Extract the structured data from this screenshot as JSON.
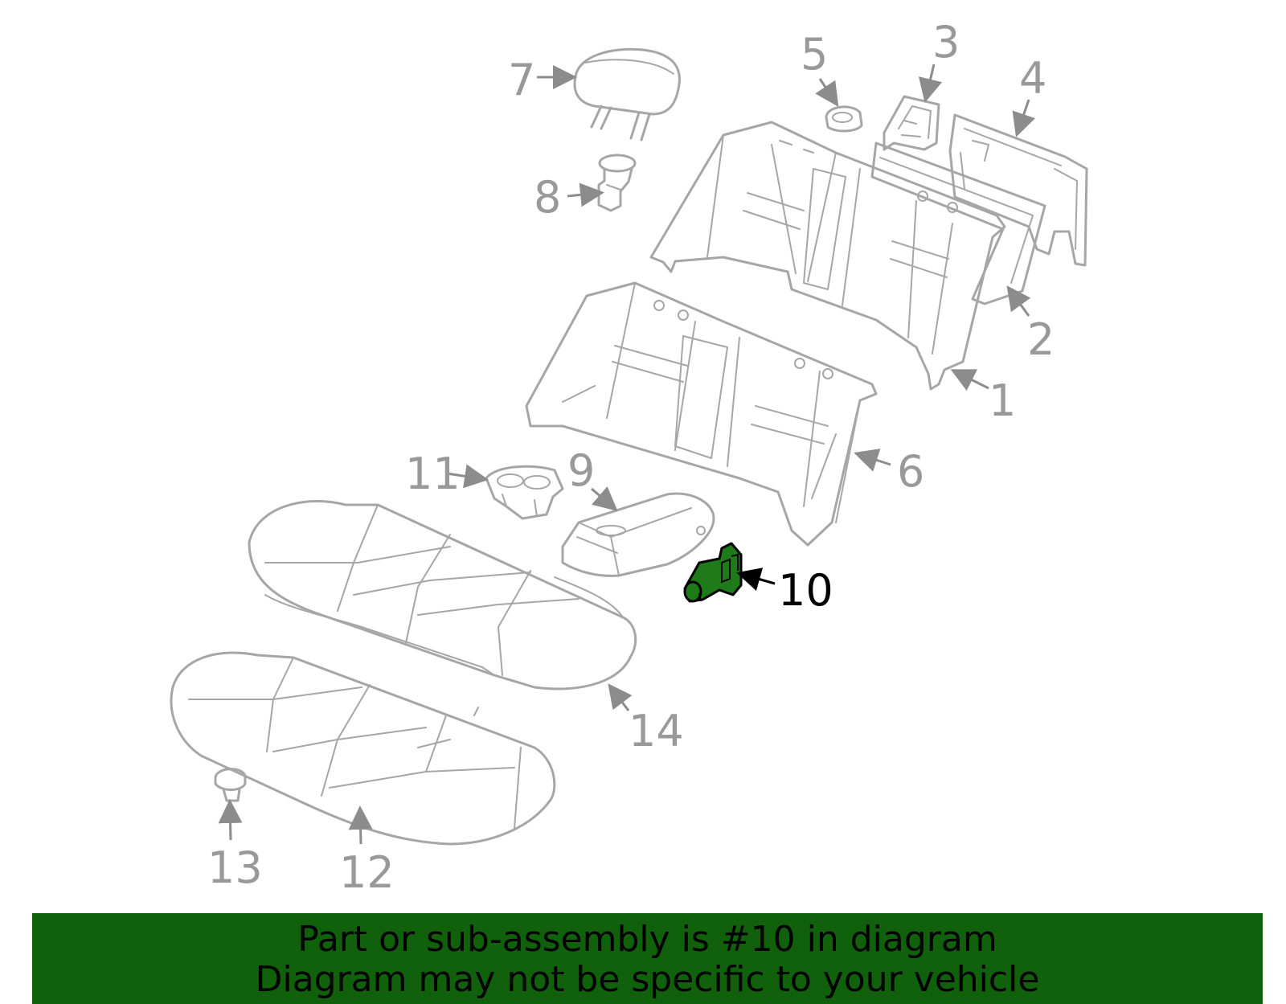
{
  "diagram": {
    "callouts": [
      {
        "id": "c1",
        "label": "1"
      },
      {
        "id": "c2",
        "label": "2"
      },
      {
        "id": "c3",
        "label": "3"
      },
      {
        "id": "c4",
        "label": "4"
      },
      {
        "id": "c5",
        "label": "5"
      },
      {
        "id": "c6",
        "label": "6"
      },
      {
        "id": "c7",
        "label": "7"
      },
      {
        "id": "c8",
        "label": "8"
      },
      {
        "id": "c9",
        "label": "9"
      },
      {
        "id": "c10",
        "label": "10"
      },
      {
        "id": "c11",
        "label": "11"
      },
      {
        "id": "c12",
        "label": "12"
      },
      {
        "id": "c13",
        "label": "13"
      },
      {
        "id": "c14",
        "label": "14"
      }
    ],
    "highlighted_part": "10",
    "colors": {
      "line_art": "#a6a6a6",
      "highlight_fill": "#1f7a1a",
      "banner_bg": "#11600b",
      "banner_text": "#000000"
    }
  },
  "banner": {
    "line1": "Part or sub-assembly is #10 in diagram",
    "line2": "Diagram may not be specific to your vehicle"
  }
}
